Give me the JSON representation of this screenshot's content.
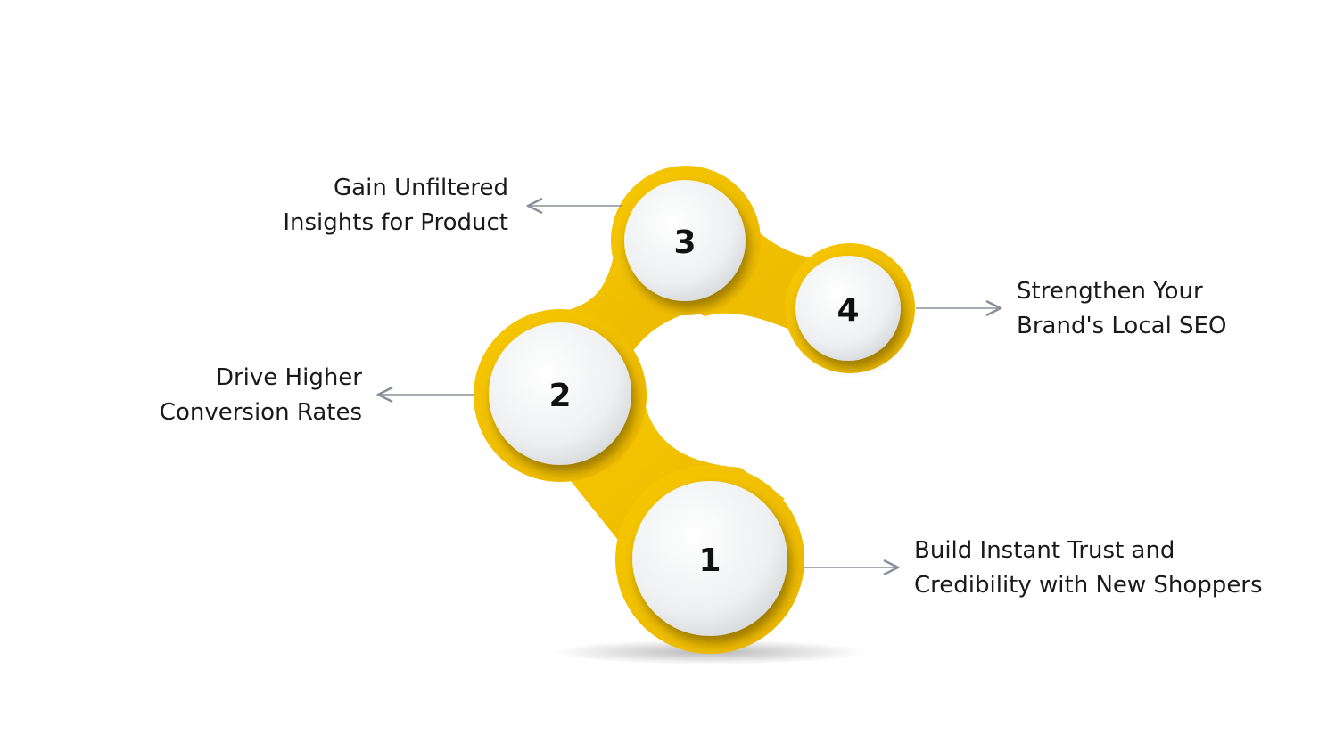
{
  "diagram": {
    "accent_color": "#F2C100",
    "node_fill": "#F1F2F2",
    "arrow_color": "#8A8F99",
    "nodes": [
      {
        "number": "1",
        "label_lines": [
          "Build Instant Trust and",
          "Credibility with New Shoppers"
        ]
      },
      {
        "number": "2",
        "label_lines": [
          "Drive Higher",
          "Conversion Rates"
        ]
      },
      {
        "number": "3",
        "label_lines": [
          "Gain Unfiltered",
          "Insights for Product"
        ]
      },
      {
        "number": "4",
        "label_lines": [
          "Strengthen Your",
          "Brand's Local SEO"
        ]
      }
    ]
  }
}
